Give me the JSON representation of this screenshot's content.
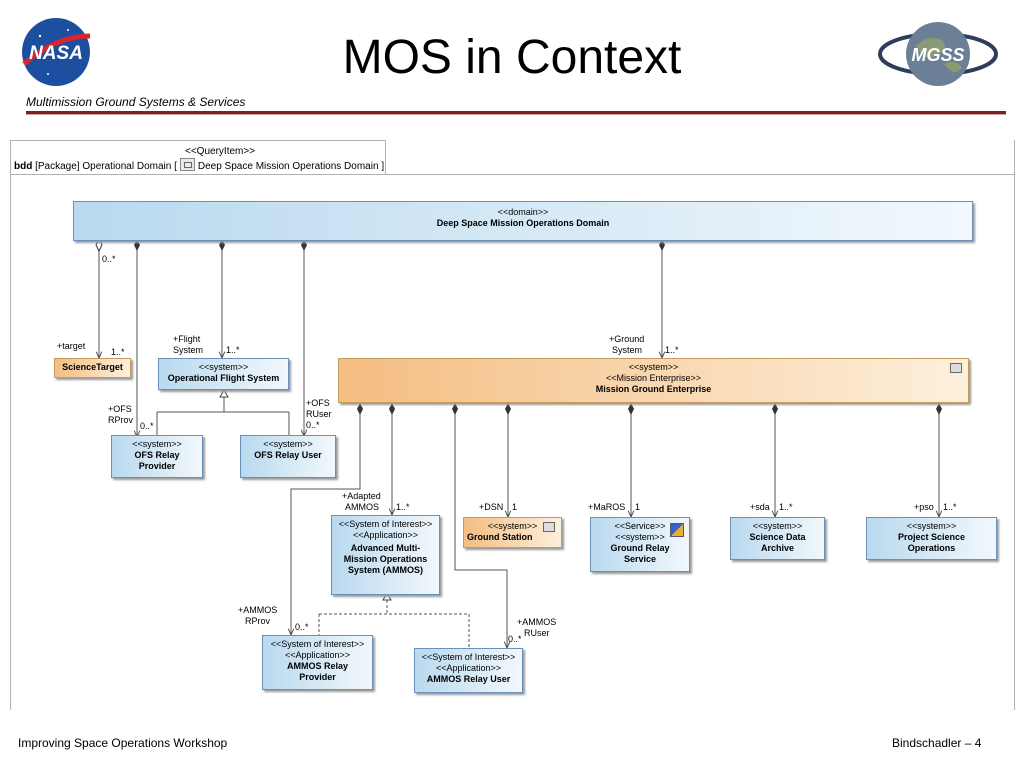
{
  "header": {
    "title": "MOS in Context",
    "subtitle": "Multimission Ground Systems & Services",
    "logo_left": "NASA",
    "logo_right": "MGSS"
  },
  "frame": {
    "stereotype": "<<QueryItem>>",
    "kind": "bdd",
    "package": "[Package]",
    "name_prefix": "Operational Domain [",
    "name_main": "Deep Space Mission Operations Domain",
    "name_suffix": "]"
  },
  "blocks": {
    "domain": {
      "stereo": "<<domain>>",
      "name": "Deep Space Mission Operations Domain"
    },
    "science_target": {
      "name": "ScienceTarget"
    },
    "ofs": {
      "stereo": "<<system>>",
      "name": "Operational Flight System"
    },
    "ofs_provider": {
      "stereo": "<<system>>",
      "name": "OFS Relay Provider"
    },
    "ofs_user": {
      "stereo": "<<system>>",
      "name": "OFS Relay User"
    },
    "mge": {
      "stereo1": "<<system>>",
      "stereo2": "<<Mission Enterprise>>",
      "name": "Mission Ground Enterprise"
    },
    "ammos": {
      "stereo1": "<<System of Interest>>",
      "stereo2": "<<Application>>",
      "name": "Advanced Multi-Mission Operations System (AMMOS)"
    },
    "ground_station": {
      "stereo": "<<system>>",
      "name": "Ground Station"
    },
    "ground_relay": {
      "stereo1": "<<Service>>",
      "stereo2": "<<system>>",
      "name": "Ground Relay Service"
    },
    "sci_archive": {
      "stereo": "<<system>>",
      "name": "Science Data Archive"
    },
    "pso": {
      "stereo": "<<system>>",
      "name": "Project Science Operations"
    },
    "ammos_provider": {
      "stereo1": "<<System of Interest>>",
      "stereo2": "<<Application>>",
      "name": "AMMOS Relay Provider"
    },
    "ammos_user": {
      "stereo1": "<<System of Interest>>",
      "stereo2": "<<Application>>",
      "name": "AMMOS Relay User"
    }
  },
  "labels": {
    "mult_0n_a": "0..*",
    "target": "+target",
    "mult_1n_a": "1..*",
    "flight_system_1": "+Flight",
    "flight_system_2": "System",
    "mult_1n_b": "1..*",
    "ground_system_1": "+Ground",
    "ground_system_2": "System",
    "mult_1n_c": "1..*",
    "ofs_rprov_1": "+OFS",
    "ofs_rprov_2": "RProv",
    "mult_0n_b": "0..*",
    "ofs_ruser_1": "+OFS",
    "ofs_ruser_2": "RUser",
    "mult_0n_c": "0..*",
    "adapted_ammos_1": "+Adapted",
    "adapted_ammos_2": "AMMOS",
    "mult_1n_d": "1..*",
    "dsn": "+DSN",
    "mult_1_a": "1",
    "maros": "+MaROS",
    "mult_1_b": "1",
    "sda": "+sda",
    "mult_1n_e": "1..*",
    "pso": "+pso",
    "mult_1n_f": "1..*",
    "ammos_rprov_1": "+AMMOS",
    "ammos_rprov_2": "RProv",
    "mult_0n_d": "0..*",
    "ammos_ruser_1": "+AMMOS",
    "ammos_ruser_2": "RUser",
    "mult_0n_e": "0..*"
  },
  "footer": {
    "left": "Improving Space Operations Workshop",
    "right": "Bindschadler – 4"
  },
  "icons": [
    "nasa-logo",
    "mgss-logo",
    "package-icon",
    "block-icon",
    "service-icon"
  ],
  "colors": {
    "block_blue": "#b9d9ef",
    "block_orange": "#f4bd82",
    "rule": "#7a2222"
  }
}
